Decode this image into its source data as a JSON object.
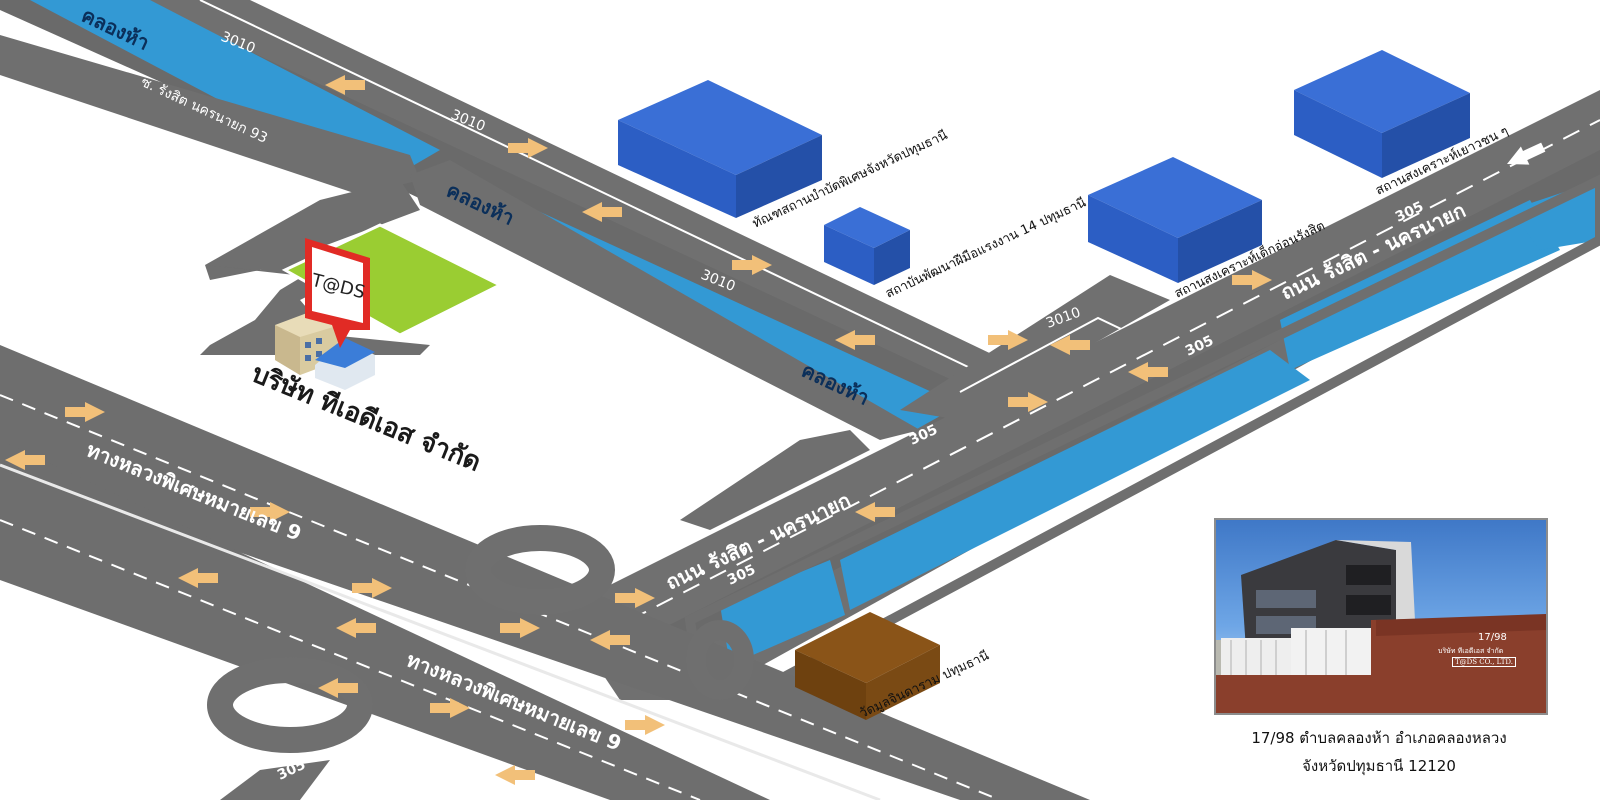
{
  "company": {
    "name": "บริษัท ทีเอดีเอส จำกัด",
    "logo_text": "T@DS"
  },
  "roads": {
    "highway_9": "ทางหลวงพิเศษหมายเลข 9",
    "rangsit_nakhon_nayok": "ถนน รังสิต - นครนายก",
    "soi_rangsit_93": "ซ. รังสิต นครนายก 93",
    "route_3010": "3010",
    "route_305": "305"
  },
  "canal": "คลองห้า",
  "buildings": {
    "special_school": "ทัณฑสถานบำบัดพิเศษจังหวัดปทุมธานี",
    "skill_institute": "สถาบันพัฒนาฝีมือแรงงาน 14 ปทุมธานี",
    "welfare_children": "สถานสงเคราะห์เด็กอ่อนรังสิต",
    "welfare_youth": "สถานสงเคราะห์เยาวชน ๆ",
    "temple": "วัดมูลจินดาราม ปทุมธานี"
  },
  "photo_sign": {
    "number": "17/98",
    "thai_name": "บริษัท ทีเอดีเอส จำกัด",
    "english_name": "T@DS CO., LTD."
  },
  "address": {
    "line1": "17/98 ตำบลคลองห้า อำเภอคลองหลวง",
    "line2": "จังหวัดปทุมธานี 12120"
  },
  "colors": {
    "road": "#6f6f6f",
    "canal": "#3399d4",
    "building": "#2f66cc",
    "temple": "#7a4a14",
    "land": "#9acd32",
    "arrow": "#f2c079",
    "pin": "#e12b25"
  }
}
